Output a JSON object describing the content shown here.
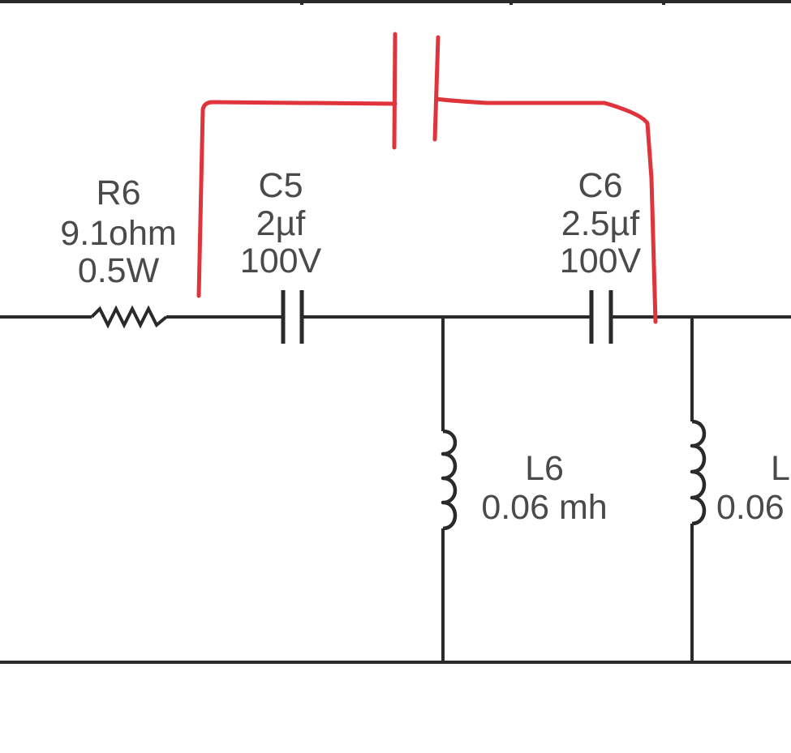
{
  "components": {
    "r6": {
      "name": "R6",
      "value": "9.1ohm",
      "rating": "0.5W"
    },
    "c5": {
      "name": "C5",
      "value": "2µf",
      "rating": "100V"
    },
    "c6": {
      "name": "C6",
      "value": "2.5µf",
      "rating": "100V"
    },
    "l6": {
      "name": "L6",
      "value": "0.06 mh"
    },
    "l7_partial": {
      "name": "L",
      "value": "0.06"
    }
  },
  "annotation": {
    "description": "hand-drawn red capacitor bypassing C5 and C6",
    "color": "#e0343c"
  },
  "colors": {
    "wire": "#2a2a2a",
    "label": "#4a4a4a",
    "background": "#ffffff"
  }
}
